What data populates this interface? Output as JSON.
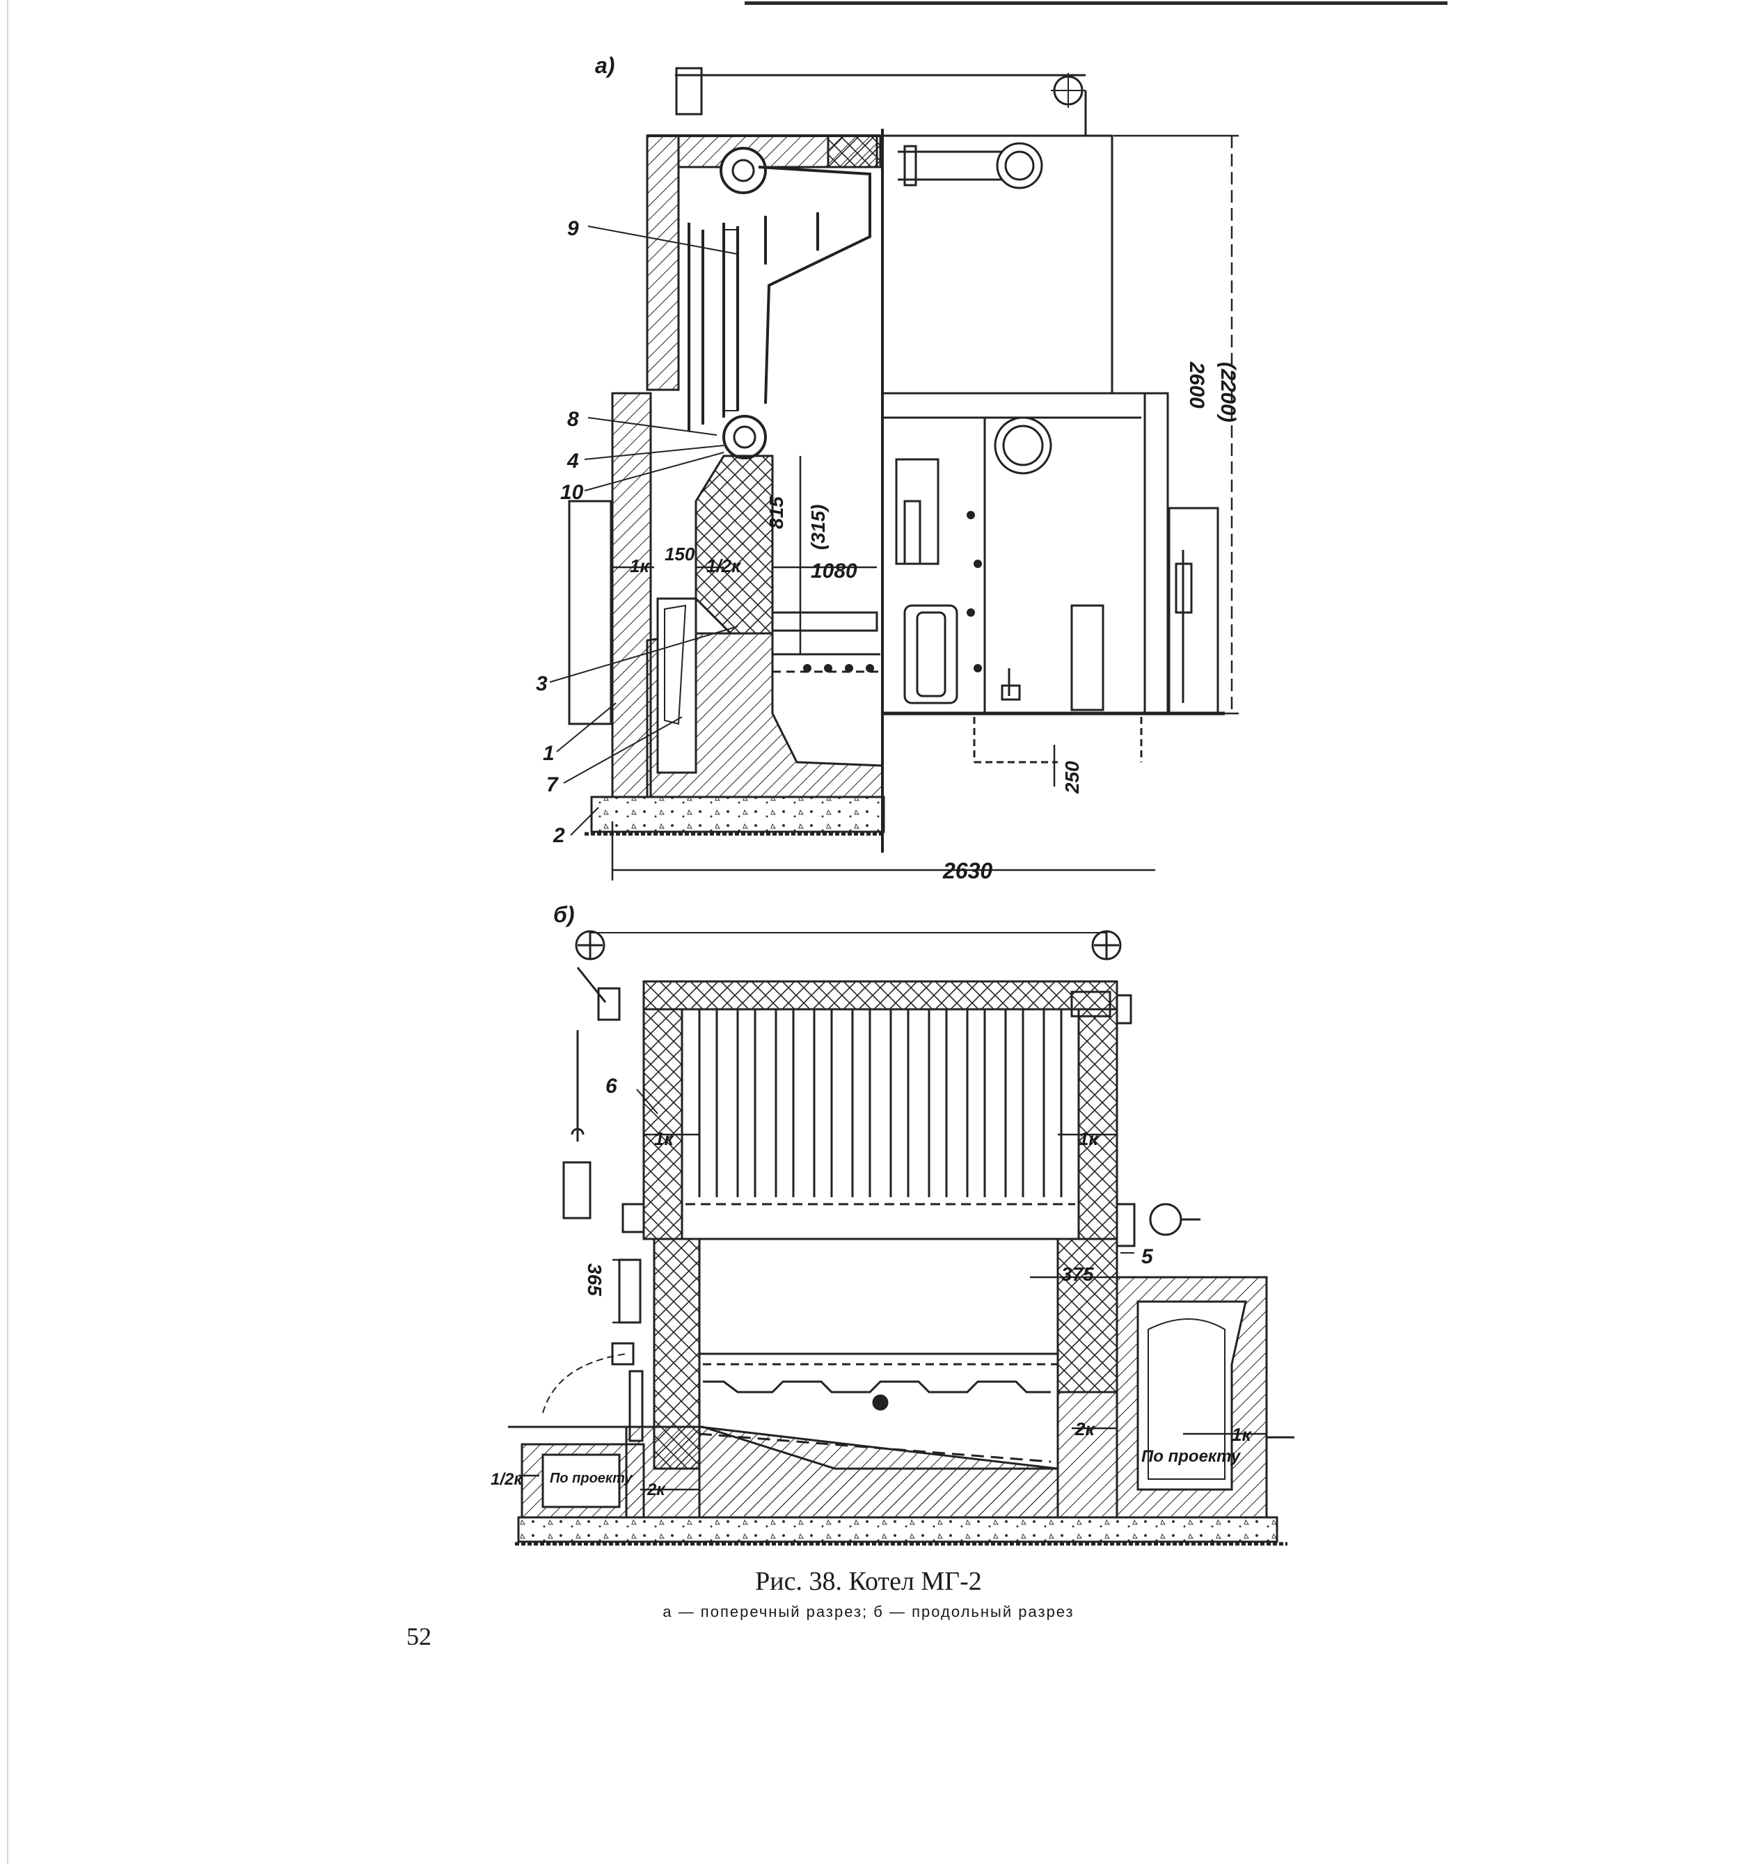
{
  "figure": {
    "panel_a_label": "а)",
    "panel_b_label": "б)",
    "callouts_a": [
      "9",
      "8",
      "4",
      "10",
      "3",
      "1",
      "7",
      "2"
    ],
    "callouts_b": [
      "6",
      "5"
    ],
    "dims_a": {
      "height_total": "2600",
      "height_alt": "(2200)",
      "d815": "815",
      "d315": "(315)",
      "d150": "150",
      "d1k": "1к",
      "d12k": "1/2к",
      "d1080": "1080",
      "d250": "250",
      "d2630": "2630"
    },
    "dims_b": {
      "d1k_left": "1к",
      "d1k_right": "1к",
      "d365": "365",
      "d375": "375",
      "d2k_right": "2к",
      "d1k_far": "1к",
      "d12k": "1/2к",
      "d2k_left": "2к",
      "po_proektu_1": "По проекту",
      "po_proektu_2": "По проекту"
    }
  },
  "caption": {
    "title": "Рис. 38. Котел МГ-2",
    "subtitle": "а — поперечный разрез; б — продольный разрез"
  },
  "page_number": "52"
}
